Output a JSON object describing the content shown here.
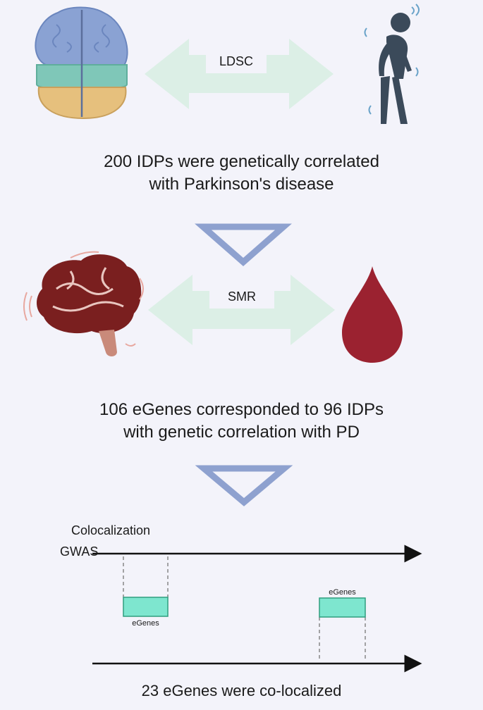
{
  "steps": [
    {
      "method": "LDSC",
      "result_line1": "200 IDPs were genetically correlated",
      "result_line2": "with  Parkinson's disease"
    },
    {
      "method": "SMR",
      "result_line1": "106 eGenes corresponded to 96 IDPs",
      "result_line2": "with genetic correlation with PD"
    }
  ],
  "colocalization": {
    "title": "Colocalization",
    "track_label": "GWAS",
    "box_label_1": "eGenes",
    "box_label_2": "eGenes",
    "result": "23 eGenes were co-localized"
  },
  "colors": {
    "arrow": "#dcefe6",
    "triangle": "#8ea1cf",
    "gene_box": "#7ee6cf",
    "gene_box_stroke": "#2f9e7e",
    "brain_blue": "#8aa2d3",
    "brain_teal": "#7fc7b8",
    "brain_yellow": "#e6c07d",
    "brain_red": "#7a1f1f",
    "blood": "#9b2230",
    "figure": "#3b4a5a"
  },
  "icons": [
    "brain-regions-icon",
    "parkinson-patient-icon",
    "brain-icon",
    "blood-drop-icon"
  ]
}
